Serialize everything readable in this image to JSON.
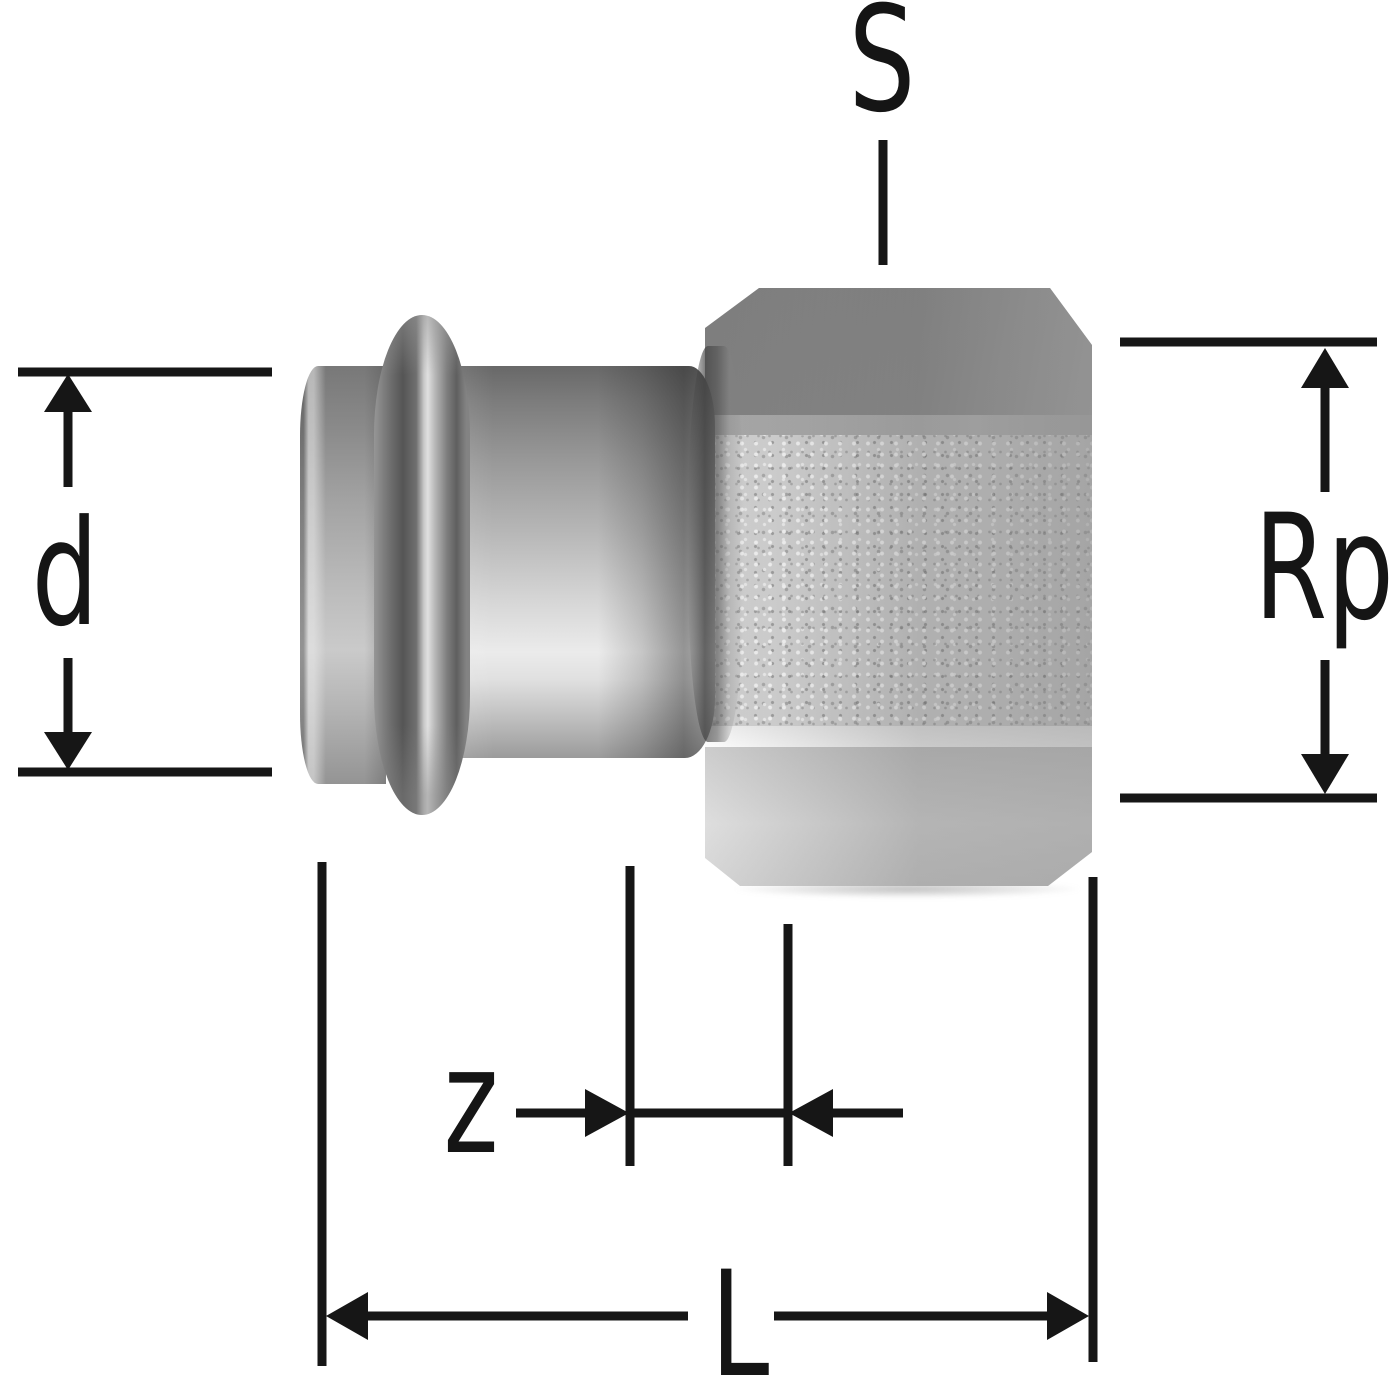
{
  "diagram": {
    "background_color": "#ffffff",
    "line_color": "#161616",
    "metal_base_color": "#b6b6b6",
    "labels": {
      "s": "S",
      "d": "d",
      "rp": "Rp",
      "z": "z",
      "l": "L"
    }
  }
}
